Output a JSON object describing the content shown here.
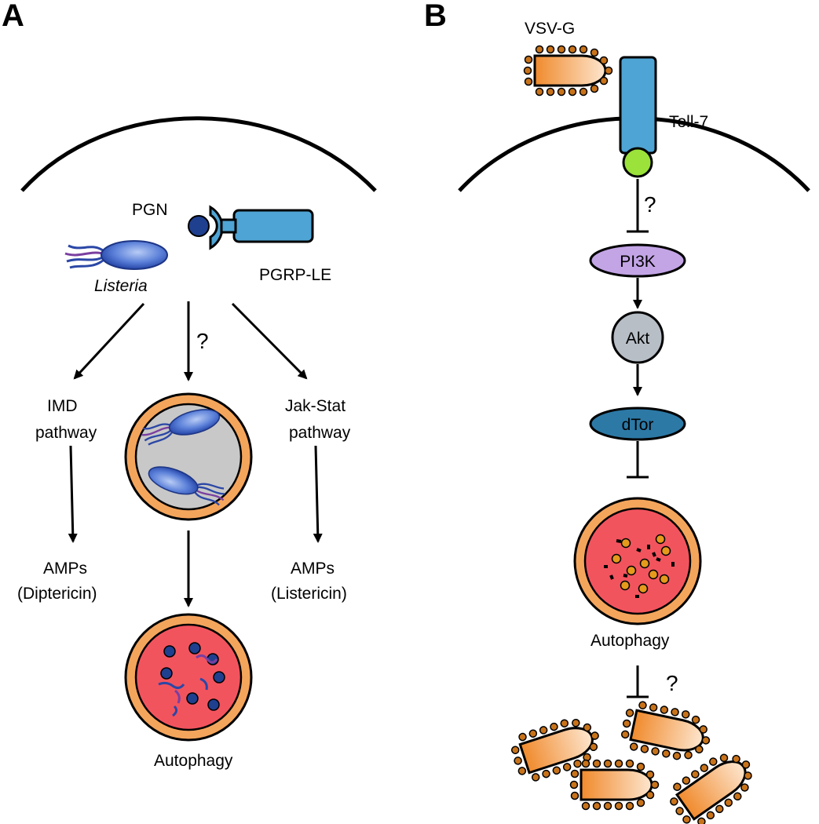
{
  "panel_a": {
    "letter": "A",
    "pgn_label": "PGN",
    "receptor_label": "PGRP-LE",
    "bacterium_label": "Listeria",
    "unknown_mark": "?",
    "imd_line1": "IMD",
    "imd_line2": "pathway",
    "jak_line1": "Jak-Stat",
    "jak_line2": "pathway",
    "amp_left_line1": "AMPs",
    "amp_left_line2": "(Diptericin)",
    "amp_right_line1": "AMPs",
    "amp_right_line2": "(Listericin)",
    "autophagy_label": "Autophagy"
  },
  "panel_b": {
    "letter": "B",
    "virus_label": "VSV-G",
    "receptor_label": "Toll-7",
    "unknown_mark_1": "?",
    "pi3k_label": "PI3K",
    "akt_label": "Akt",
    "dtor_label": "dTor",
    "autophagy_label": "Autophagy",
    "unknown_mark_2": "?"
  },
  "colors": {
    "receptor_blue": "#4ea4d4",
    "pgn_navy": "#1f3f8f",
    "bacterium_blue": "#3358c0",
    "autophagosome_rim": "#f4a55c",
    "lysosome_red": "#f2545e",
    "phagophore_gray": "#c8c8c8",
    "pi3k_purple": "#c3a5e6",
    "akt_gray": "#b7bec6",
    "dtor_teal": "#2c79a6",
    "toll_tip_green": "#9be23a",
    "virus_orange": "#f6b072",
    "virus_spike": "#c8731a"
  }
}
